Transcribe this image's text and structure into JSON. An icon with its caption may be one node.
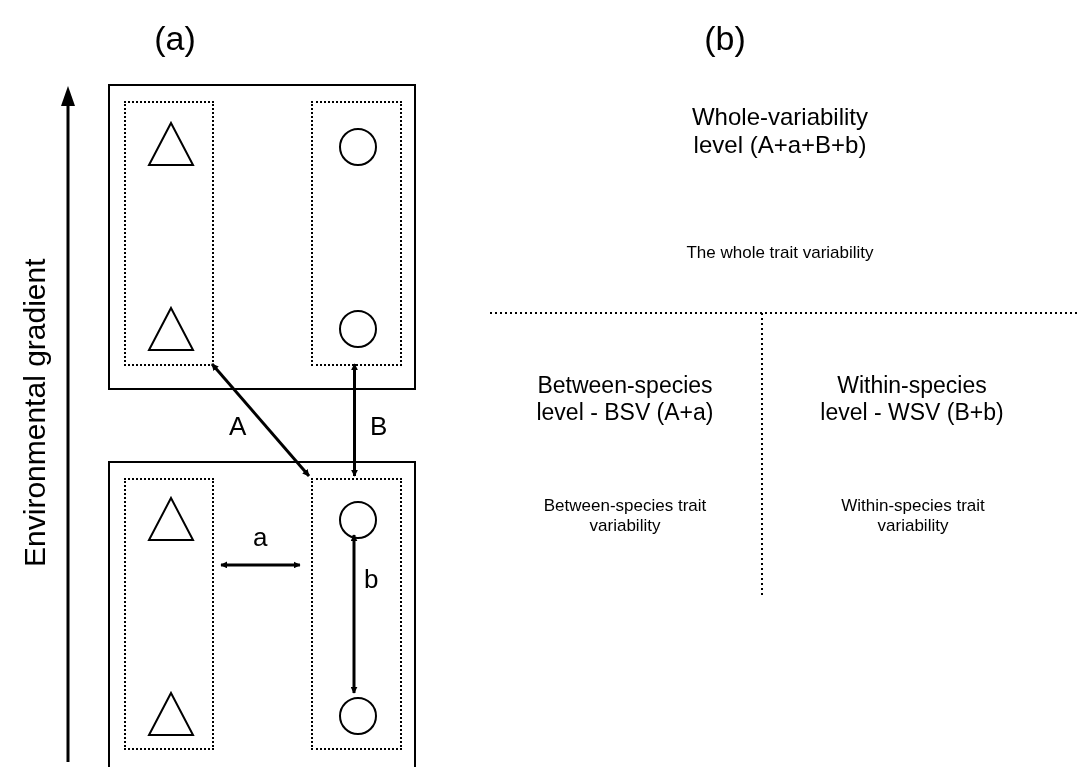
{
  "diagram": {
    "nodes": [
      {
        "text": [],
        "shape": "box"
      },
      {
        "text": [],
        "shape": "box",
        "in": 0
      },
      {
        "text": [],
        "shape": "triangle",
        "in": 1
      },
      {
        "text": [],
        "shape": "triangle",
        "in": 1
      },
      {
        "text": [],
        "shape": "box",
        "in": 0
      },
      {
        "text": [],
        "shape": "circle",
        "in": 4
      },
      {
        "text": [],
        "shape": "circle",
        "in": 4
      },
      {
        "text": [],
        "shape": "box"
      },
      {
        "text": [],
        "shape": "box",
        "in": 7
      },
      {
        "text": [],
        "shape": "triangle",
        "in": 8
      },
      {
        "text": [],
        "shape": "triangle",
        "in": 8
      },
      {
        "text": [],
        "shape": "box",
        "in": 7
      },
      {
        "text": [],
        "shape": "circle",
        "in": 11
      },
      {
        "text": [],
        "shape": "circle",
        "in": 11
      }
    ],
    "edges": [
      {
        "from": 1,
        "to": 11,
        "arrow": "both",
        "label": "A"
      },
      {
        "from": 4,
        "to": 11,
        "arrow": "both",
        "label": "B"
      },
      {
        "from": 8,
        "to": 11,
        "arrow": "both",
        "label": "a"
      },
      {
        "from": 12,
        "to": 13,
        "arrow": "both",
        "label": "b"
      }
    ],
    "labels": [
      "(a)",
      "(b)",
      "Environmental gradient",
      "Whole-variability level (A+a+B+b)",
      "The whole trait variability",
      "Between-species level - BSV (A+a)",
      "Within-species level - WSV (B+b)",
      "Between-species trait variability",
      "Within-species trait variability"
    ]
  }
}
